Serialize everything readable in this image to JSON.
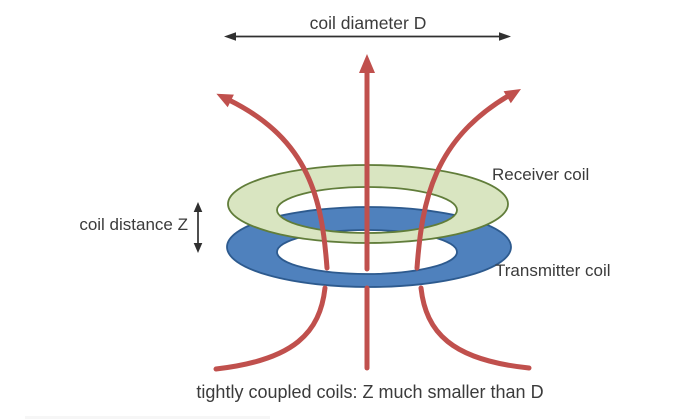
{
  "diagram": {
    "title": "coil diameter D",
    "distance_label": "coil distance Z",
    "receiver_label": "Receiver coil",
    "transmitter_label": "Transmitter coil",
    "caption": "tightly coupled coils: Z much smaller than D",
    "colors": {
      "field_line": "#c0504d",
      "receiver_fill": "#d9e5c1",
      "receiver_stroke": "#617d3a",
      "transmitter_fill": "#4f81bd",
      "transmitter_stroke": "#2d5a8e",
      "annotation": "#303030",
      "text": "#3b3b3b"
    }
  }
}
